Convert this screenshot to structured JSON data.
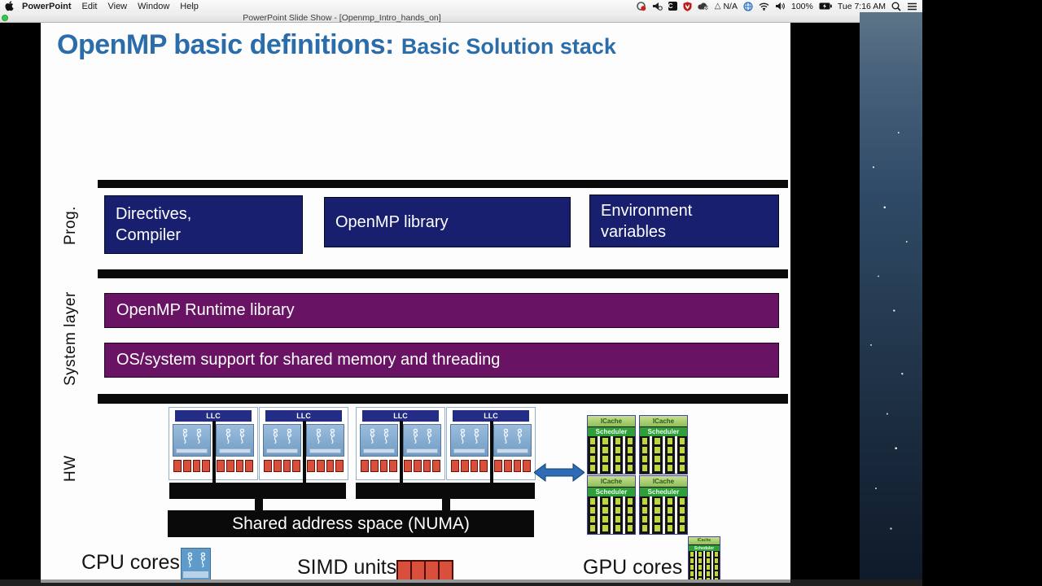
{
  "menu_bar": {
    "items": [
      "PowerPoint",
      "Edit",
      "View",
      "Window",
      "Help"
    ],
    "status": {
      "c_badge": "C",
      "na": "N/A",
      "battery_pct": "100%",
      "clock": "Tue 7:16 AM"
    }
  },
  "window": {
    "title": "PowerPoint Slide Show - [Openmp_Intro_hands_on]"
  },
  "slide": {
    "title": "OpenMP basic definitions:",
    "subtitle": "Basic Solution stack",
    "prog_layer": {
      "label": "Prog.",
      "boxes": [
        "Directives,\nCompiler",
        "OpenMP library",
        "Environment\nvariables"
      ]
    },
    "system_layer": {
      "label": "System layer",
      "boxes": [
        "OpenMP Runtime library",
        "OS/system support for shared memory and threading"
      ]
    },
    "hw_layer": {
      "label": "HW",
      "llc": "LLC",
      "icache": "ICache",
      "scheduler": "Scheduler",
      "numa": "Shared address space (NUMA)"
    },
    "legend": {
      "cpu": "CPU cores",
      "simd": "SIMD units",
      "gpu": "GPU cores"
    }
  },
  "colors": {
    "title_blue": "#2b6cab",
    "navy_box": "#171f6e",
    "purple_box": "#691365",
    "llc_navy": "#232d85",
    "simd_red": "#d8503c",
    "gpu_cell": "#bfd63f",
    "scheduler_green": "#2f9f3a",
    "icache_green": "#8fbf58",
    "arrow_blue": "#2e6cb6",
    "bar_black": "#0a0a0a"
  }
}
